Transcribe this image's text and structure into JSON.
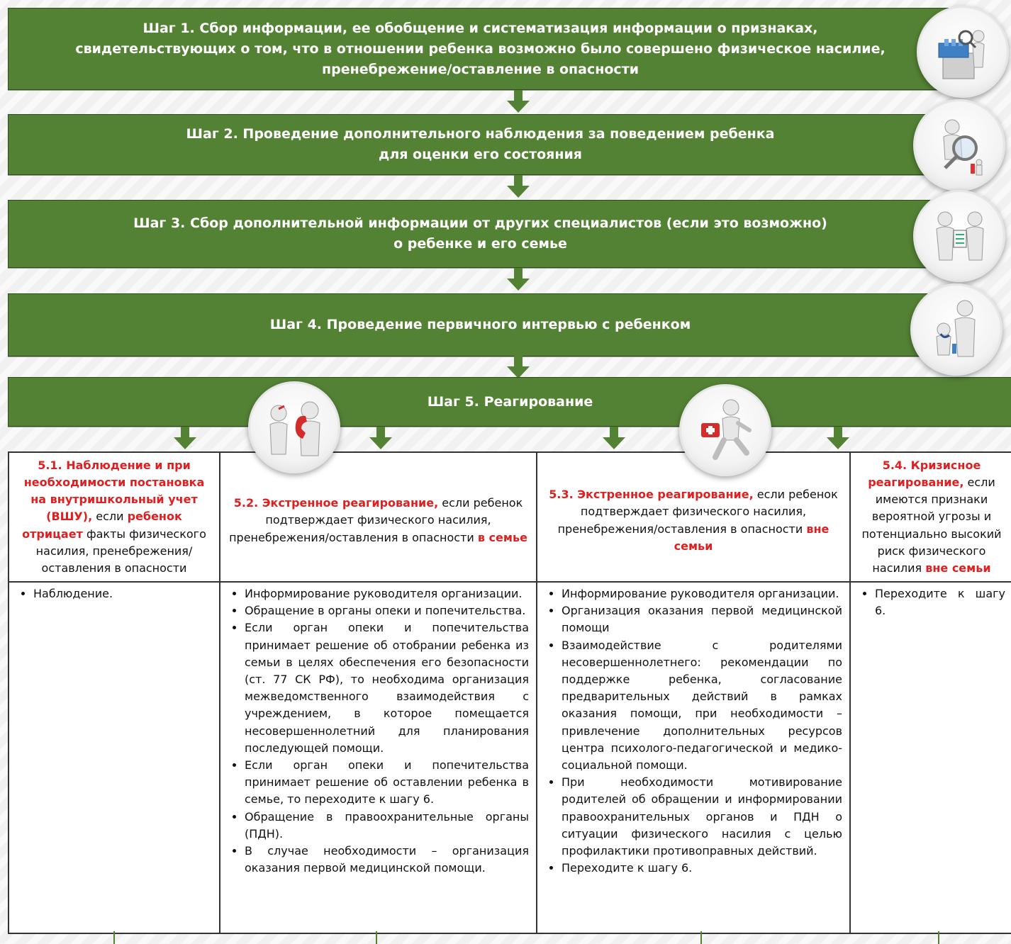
{
  "steps": {
    "s1": {
      "line1": "Шаг 1. Сбор информации, ее обобщение и систематизация информации о признаках,",
      "line2": "свидетельствующих о том, что в отношении ребенка возможно было совершено физическое насилие,",
      "line3": "пренебрежение/оставление в опасности"
    },
    "s2": {
      "line1": "Шаг 2. Проведение дополнительного наблюдения за поведением ребенка",
      "line2": "для оценки его состояния"
    },
    "s3": {
      "line1": "Шаг 3. Сбор дополнительной информации от других специалистов (если это возможно)",
      "line2": "о ребенке и его семье"
    },
    "s4": {
      "line1": "Шаг 4. Проведение первичного интервью с ребенком"
    },
    "s5": {
      "line1": "Шаг 5. Реагирование"
    }
  },
  "icons": {
    "step1": "file-cabinet-search-icon",
    "step2": "magnifier-observation-icon",
    "step3": "specialists-clipboard-icon",
    "step4": "comforting-child-icon",
    "resp52": "emergency-phone-icon",
    "resp53": "first-aid-runner-icon"
  },
  "columns": {
    "c1": {
      "part1": "5.1. Наблюдение и при необходимости постановка на внутришкольный учет (ВШУ),",
      "part2": " если ",
      "part3": "ребенок отрицает",
      "part4": " факты физического насилия, пренебрежения/оставления в опасности",
      "items": [
        "Наблюдение."
      ]
    },
    "c2": {
      "part1": "5.2. Экстренное реагирование,",
      "part2": " если ребенок подтверждает физического насилия, пренебрежения/оставления в опасности ",
      "part3": "в семье",
      "items": [
        "Информирование руководителя организации.",
        "Обращение в органы опеки и попечительства.",
        "Если орган опеки и попечительства принимает решение об отобрании ребенка из семьи в целях обеспечения его безопасности (ст. 77 СК РФ), то необходима организация межведомственного взаимодействия с учреждением, в которое помещается несовершеннолетний для планирования последующей помощи.",
        "Если орган опеки и попечительства принимает решение об оставлении ребенка в семье, то переходите к шагу 6.",
        "Обращение в правоохранительные органы (ПДН).",
        "В случае необходимости – организация оказания первой медицинской помощи."
      ]
    },
    "c3": {
      "part1": "5.3. Экстренное реагирование,",
      "part2": " если ребенок подтверждает физического насилия, пренебрежения/оставления в опасности ",
      "part3": "вне семьи",
      "items": [
        "Информирование руководителя организации.",
        "Организация оказания первой медицинской помощи",
        "Взаимодействие с родителями несовершеннолетнего: рекомендации по поддержке ребенка, согласование предварительных действий в рамках оказания помощи, при необходимости – привлечение дополнительных ресурсов центра психолого-педагогической и медико-социальной помощи.",
        "При необходимости мотивирование родителей об обращении и информировании правоохранительных органов и ПДН о ситуации физического насилия с целью профилактики противоправных действий.",
        "Переходите к шагу 6."
      ]
    },
    "c4": {
      "part1": "5.4. Кризисное реагирование,",
      "part2": " если имеются признаки вероятной угрозы и потенциально высокий риск физического насилия ",
      "part3": "вне семьи",
      "items": [
        "Переходите к шагу 6."
      ]
    }
  }
}
